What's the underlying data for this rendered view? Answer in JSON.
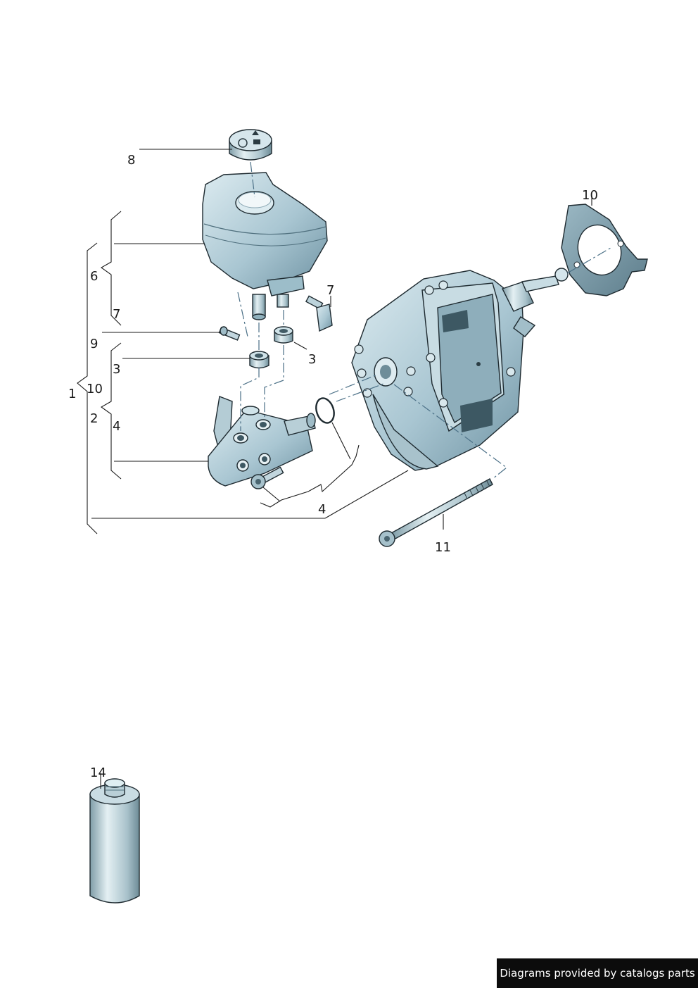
{
  "callouts": {
    "c1": "1",
    "c2": "2",
    "c3a": "3",
    "c3b": "3",
    "c4a": "4",
    "c4b": "4",
    "c6": "6",
    "c7a": "7",
    "c7b": "7",
    "c8": "8",
    "c9": "9",
    "c10a": "10",
    "c10b": "10",
    "c11": "11",
    "c14": "14"
  },
  "footer": {
    "text": "Diagrams provided by catalogs parts"
  },
  "colors": {
    "part_fill": "#b9d3dd",
    "part_dark": "#7fa3b2",
    "panel": "#3d5863",
    "background": "#ffffff",
    "footer_bg": "#0c0c0c"
  }
}
